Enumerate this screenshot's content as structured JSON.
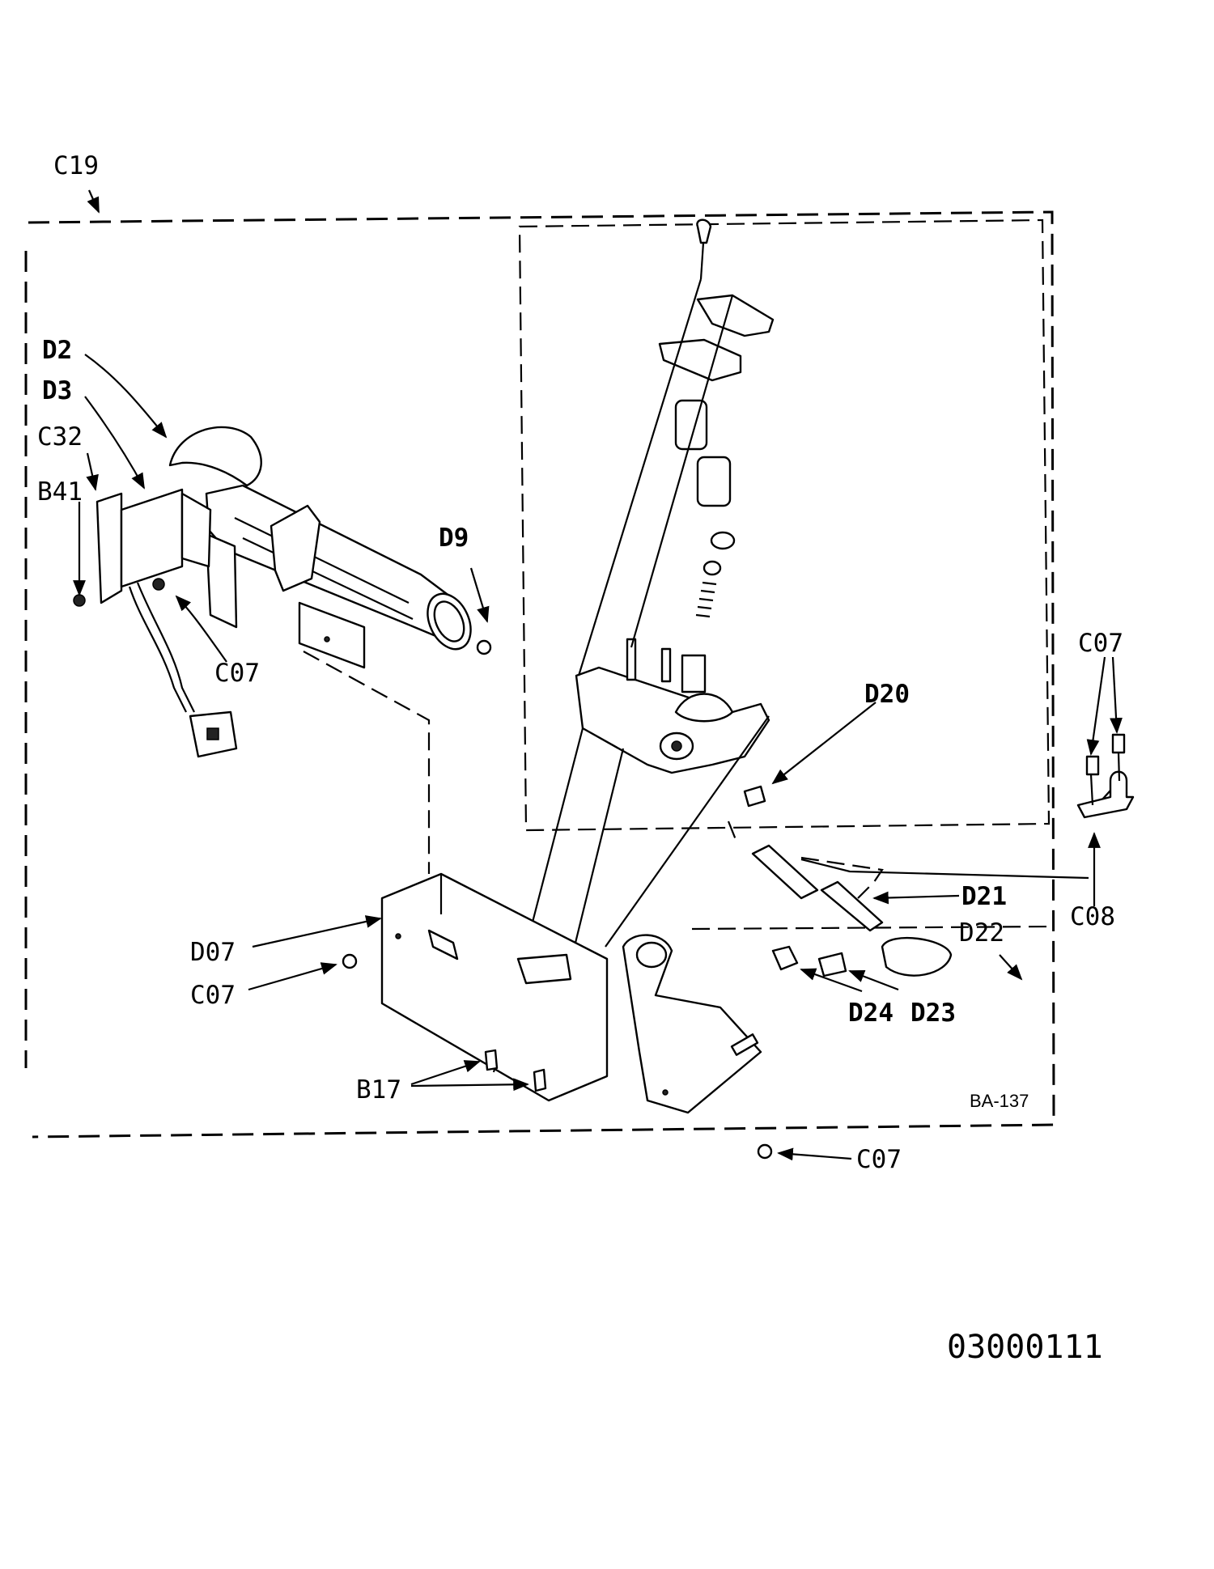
{
  "diagram": {
    "drawing_code": "BA-137",
    "page_code": "03000111",
    "callouts": {
      "c19": "C19",
      "d2": "D2",
      "d3": "D3",
      "c32": "C32",
      "b41": "B41",
      "c07_left": "C07",
      "d9": "D9",
      "d20": "D20",
      "c07_right": "C07",
      "c08": "C08",
      "d21": "D21",
      "d22": "D22",
      "d07": "D07",
      "c07_base": "C07",
      "d24": "D24",
      "d23": "D23",
      "b17": "B17",
      "c07_bottom": "C07"
    }
  }
}
